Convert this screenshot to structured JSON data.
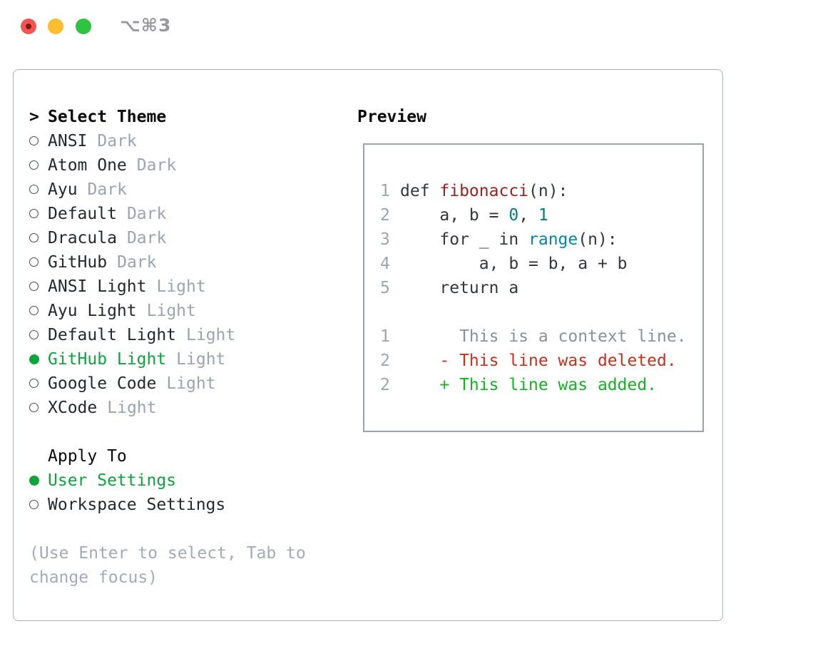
{
  "window": {
    "shortcut_label": "⌥⌘3",
    "traffic_lights": [
      "close-button",
      "minimize-button",
      "zoom-button"
    ]
  },
  "colors": {
    "traffic_red": "#f4544f",
    "traffic_red_dot": "#7c1a14",
    "traffic_yellow": "#fcbd2f",
    "traffic_green": "#2ec440",
    "shortcut_gray": "#97999e",
    "panel_border": "#a9b1ba",
    "box_border": "#9aa3ad",
    "text_dark": "#23292f",
    "variant_gray": "#9aa4b2",
    "hint_gray": "#a2abb8",
    "accent_green": "#0ca53c",
    "line_number_gray": "#9aa5b6",
    "code_plain": "#32383e",
    "function_red": "#a32020",
    "builtin_blue": "#0086b3",
    "number_teal": "#008080",
    "context_gray": "#8a919b",
    "deletion_red": "#c9301c",
    "addition_green": "#12b422"
  },
  "theme_picker": {
    "header": {
      "prefix": ">",
      "label": "Select Theme"
    },
    "themes": [
      {
        "name": "ANSI",
        "variant": "Dark",
        "selected": false
      },
      {
        "name": "Atom One",
        "variant": "Dark",
        "selected": false
      },
      {
        "name": "Ayu",
        "variant": "Dark",
        "selected": false
      },
      {
        "name": "Default",
        "variant": "Dark",
        "selected": false
      },
      {
        "name": "Dracula",
        "variant": "Dark",
        "selected": false
      },
      {
        "name": "GitHub",
        "variant": "Dark",
        "selected": false
      },
      {
        "name": "ANSI Light",
        "variant": "Light",
        "selected": false
      },
      {
        "name": "Ayu Light",
        "variant": "Light",
        "selected": false
      },
      {
        "name": "Default Light",
        "variant": "Light",
        "selected": false
      },
      {
        "name": "GitHub Light",
        "variant": "Light",
        "selected": true
      },
      {
        "name": "Google Code",
        "variant": "Light",
        "selected": false
      },
      {
        "name": "XCode",
        "variant": "Light",
        "selected": false
      }
    ],
    "apply_to": {
      "label": "Apply To",
      "options": [
        {
          "name": "User Settings",
          "selected": true
        },
        {
          "name": "Workspace Settings",
          "selected": false
        }
      ]
    },
    "hint_lines": [
      "(Use Enter to select, Tab to",
      "change focus)"
    ]
  },
  "preview": {
    "title": "Preview",
    "code_lines": [
      {
        "num": "1",
        "tokens": [
          {
            "text": "def ",
            "type": "plain"
          },
          {
            "text": "fibonacci",
            "type": "title"
          },
          {
            "text": "(n):",
            "type": "plain"
          }
        ]
      },
      {
        "num": "2",
        "tokens": [
          {
            "text": "    a, b = ",
            "type": "plain"
          },
          {
            "text": "0",
            "type": "number"
          },
          {
            "text": ", ",
            "type": "plain"
          },
          {
            "text": "1",
            "type": "number"
          }
        ]
      },
      {
        "num": "3",
        "tokens": [
          {
            "text": "    for _ in ",
            "type": "plain"
          },
          {
            "text": "range",
            "type": "builtin"
          },
          {
            "text": "(n):",
            "type": "plain"
          }
        ]
      },
      {
        "num": "4",
        "tokens": [
          {
            "text": "        a, b = b, a + b",
            "type": "plain"
          }
        ]
      },
      {
        "num": "5",
        "tokens": [
          {
            "text": "    return a",
            "type": "plain"
          }
        ]
      },
      {
        "num": "",
        "tokens": []
      },
      {
        "num": "1",
        "tokens": [
          {
            "text": "      This is a context line.",
            "type": "context"
          }
        ]
      },
      {
        "num": "2",
        "tokens": [
          {
            "text": "    - This line was deleted.",
            "type": "deletion"
          }
        ]
      },
      {
        "num": "2",
        "tokens": [
          {
            "text": "    + This line was added.",
            "type": "addition"
          }
        ]
      }
    ]
  }
}
